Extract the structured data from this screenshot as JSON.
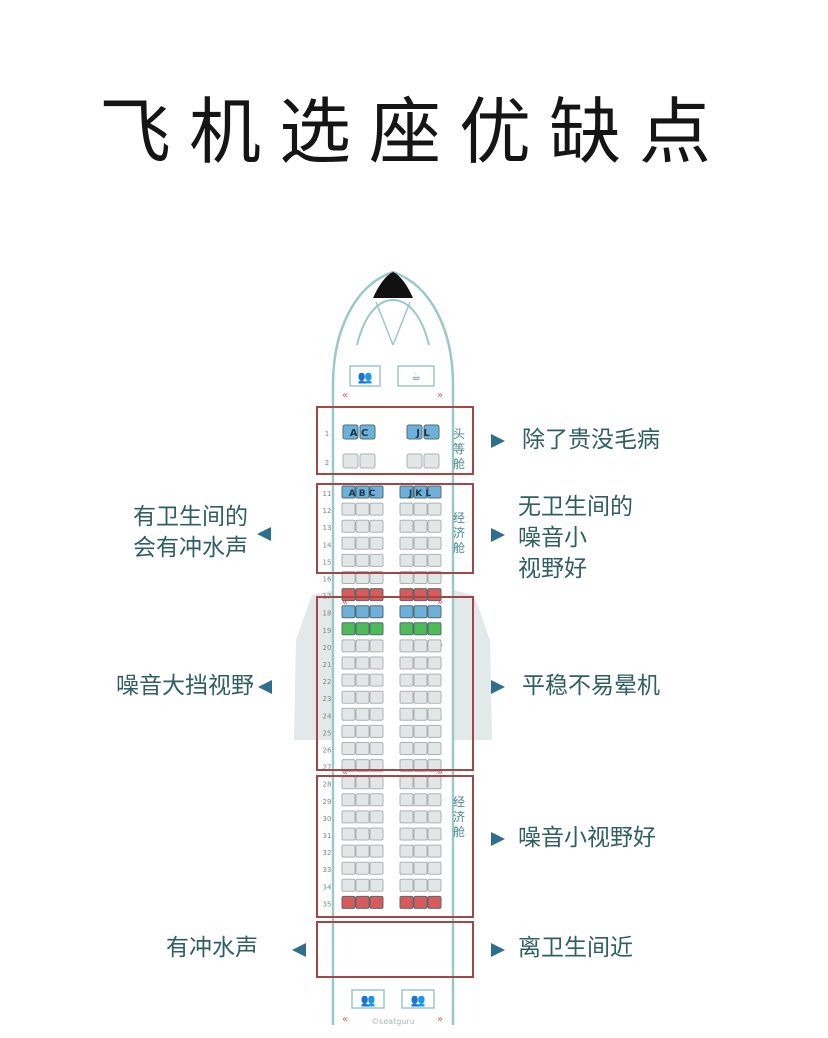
{
  "title": "飞机选座优缺点",
  "cabin": {
    "first_class_label": "头等舱",
    "economy_label": "经济舱",
    "front_left_letters": "A C",
    "front_right_letters": "J L",
    "eco_left_letters": "A B C",
    "eco_right_letters": "J K L",
    "watermark": "©seatguru"
  },
  "rows": [
    {
      "num": "1",
      "kind": "first_letters"
    },
    {
      "num": "2",
      "kind": "first"
    },
    {
      "num": "11",
      "kind": "letters"
    },
    {
      "num": "12",
      "kind": "normal"
    },
    {
      "num": "13",
      "kind": "normal"
    },
    {
      "num": "14",
      "kind": "normal"
    },
    {
      "num": "15",
      "kind": "normal"
    },
    {
      "num": "16",
      "kind": "normal"
    },
    {
      "num": "17",
      "kind": "red"
    },
    {
      "num": "18",
      "kind": "blue"
    },
    {
      "num": "19",
      "kind": "green"
    },
    {
      "num": "20",
      "kind": "normal"
    },
    {
      "num": "21",
      "kind": "normal"
    },
    {
      "num": "22",
      "kind": "normal"
    },
    {
      "num": "23",
      "kind": "normal"
    },
    {
      "num": "24",
      "kind": "normal"
    },
    {
      "num": "25",
      "kind": "normal"
    },
    {
      "num": "26",
      "kind": "normal"
    },
    {
      "num": "27",
      "kind": "normal"
    },
    {
      "num": "28",
      "kind": "normal"
    },
    {
      "num": "29",
      "kind": "normal"
    },
    {
      "num": "30",
      "kind": "normal"
    },
    {
      "num": "31",
      "kind": "normal"
    },
    {
      "num": "32",
      "kind": "normal"
    },
    {
      "num": "33",
      "kind": "normal"
    },
    {
      "num": "34",
      "kind": "normal"
    },
    {
      "num": "35",
      "kind": "red"
    }
  ],
  "notes": {
    "first_right": "除了贵没毛病",
    "eco_front_left": "有卫生间的\n会有冲水声",
    "eco_front_right": "无卫生间的\n噪音小\n视野好",
    "wing_left": "噪音大挡视野",
    "wing_right": "平稳不易晕机",
    "rear_right": "噪音小视野好",
    "tail_left": "有冲水声",
    "tail_right": "离卫生间近"
  },
  "colors": {
    "text": "#2f5f62",
    "box": "#a04848",
    "arrow": "#2e6f8e",
    "red_seat": "#d85a5a",
    "blue_seat": "#6fb0d8",
    "green_seat": "#4dbb57",
    "normal_seat": "#e2e6e6"
  }
}
